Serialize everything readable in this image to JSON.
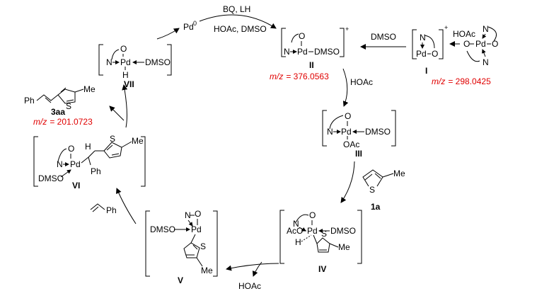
{
  "reagents": {
    "top_above": "BQ, LH",
    "top_below": "HOAc, DMSO",
    "dmso": "DMSO",
    "hoac_first": "HOAc",
    "hoac_second": "HOAc",
    "hoac_byproduct": "HOAc"
  },
  "species": {
    "pd0": {
      "symbol": "Pd",
      "ox": "0"
    },
    "pd_oac2": {
      "o_top": "N",
      "o_left": "O",
      "pd": "Pd",
      "o_right": "O",
      "n_bottom": "N"
    },
    "I": {
      "label": "I",
      "n": "N",
      "o": "O",
      "pd": "Pd",
      "charge": "+",
      "mz_prefix": "m/z",
      "mz_value": "= 298.0425"
    },
    "II": {
      "label": "II",
      "n": "N",
      "o": "O",
      "pd": "Pd",
      "dmso": "DMSO",
      "charge": "+",
      "mz_prefix": "m/z",
      "mz_value": "= 376.0563"
    },
    "III": {
      "label": "III",
      "n": "N",
      "o": "O",
      "pd": "Pd",
      "dmso": "DMSO",
      "oac": "OAc"
    },
    "IV": {
      "label": "IV",
      "n": "N",
      "o": "O",
      "pd": "Pd",
      "dmso": "DMSO",
      "aco": "AcO",
      "h": "H",
      "s": "S",
      "me": "Me"
    },
    "V": {
      "label": "V",
      "n": "N",
      "o": "O",
      "pd": "Pd",
      "dmso": "DMSO",
      "s": "S",
      "me": "Me"
    },
    "VI": {
      "label": "VI",
      "n": "N",
      "o": "O",
      "pd": "Pd",
      "dmso": "DMSO",
      "h": "H",
      "ph": "Ph",
      "s": "S",
      "me": "Me"
    },
    "VII": {
      "label": "VII",
      "n": "N",
      "o": "O",
      "pd": "Pd",
      "dmso": "DMSO",
      "h": "H"
    },
    "1a": {
      "label": "1a",
      "s": "S",
      "me": "Me"
    },
    "3aa": {
      "label": "3aa",
      "ph": "Ph",
      "s": "S",
      "me": "Me",
      "mz_prefix": "m/z",
      "mz_value": "= 201.0723"
    },
    "styrene": {
      "ph": "Ph"
    }
  }
}
